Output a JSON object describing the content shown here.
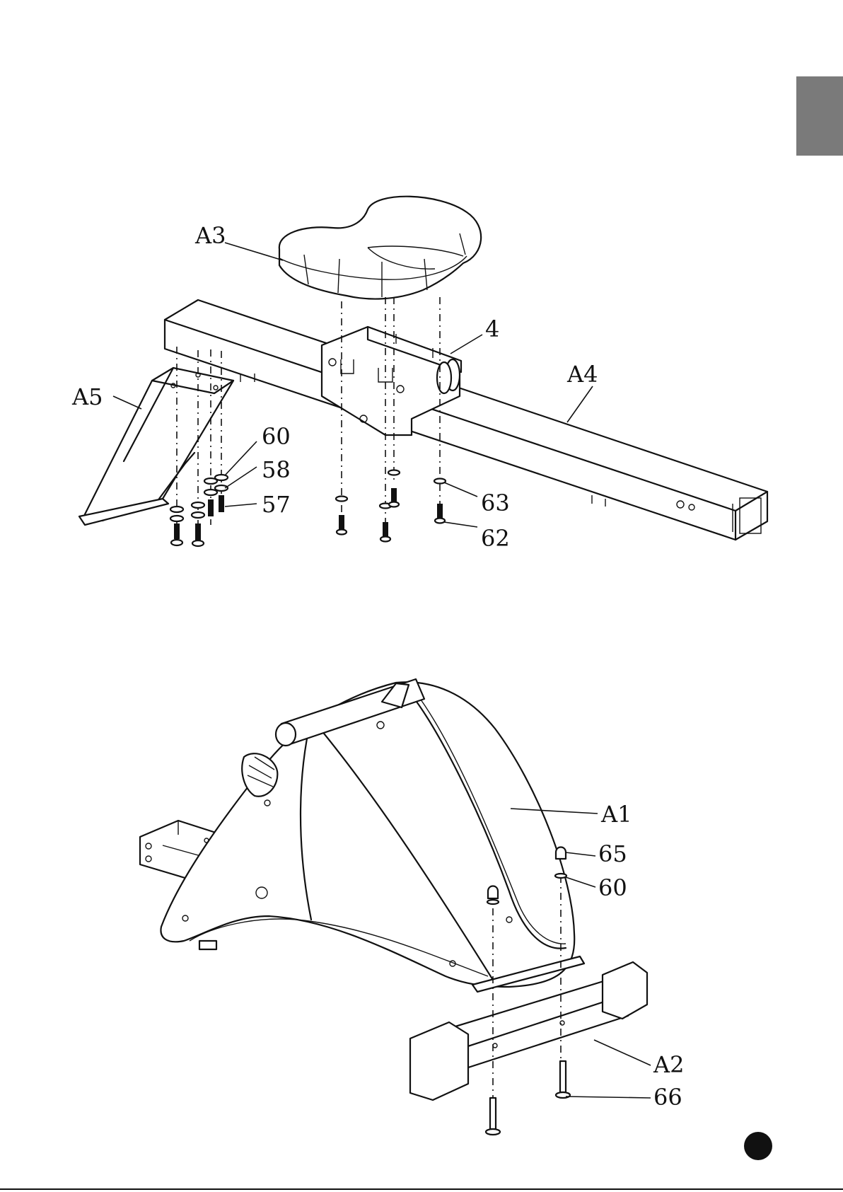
{
  "colors": {
    "tab": "#7a7a7a",
    "ink": "#111111",
    "page_dot": "#111111"
  },
  "labels": {
    "a3": "A3",
    "p4": "4",
    "a4": "A4",
    "a5": "A5",
    "p60_top": "60",
    "p58": "58",
    "p57": "57",
    "p63": "63",
    "p62": "62",
    "a1": "A1",
    "p65": "65",
    "p60_bottom": "60",
    "a2": "A2",
    "p66": "66"
  }
}
